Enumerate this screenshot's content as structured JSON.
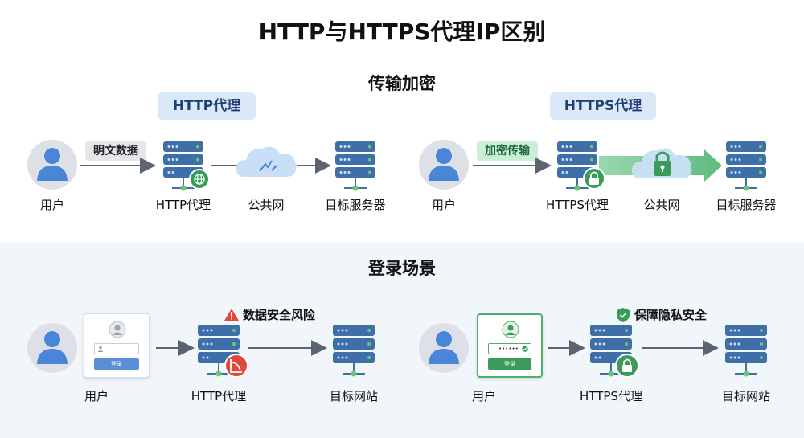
{
  "title": "HTTP与HTTPS代理IP区别",
  "sections": {
    "encryption": "传输加密",
    "login": "登录场景"
  },
  "encryption": {
    "http": {
      "pill": "HTTP代理",
      "tag": "明文数据",
      "user": "用户",
      "proxy": "HTTP代理",
      "network": "公共网",
      "target": "目标服务器"
    },
    "https": {
      "pill": "HTTPS代理",
      "tag": "加密传输",
      "user": "用户",
      "proxy": "HTTPS代理",
      "network": "公共网",
      "target": "目标服务器"
    }
  },
  "login": {
    "http": {
      "warning": "数据安全风险",
      "user": "用户",
      "login_button": "登录",
      "proxy": "HTTP代理",
      "target": "目标网站"
    },
    "https": {
      "safe": "保障隐私安全",
      "user": "用户",
      "password_mask": "••••••",
      "login_button": "登录",
      "proxy": "HTTPS代理",
      "target": "目标网站"
    }
  },
  "colors": {
    "server_blue": "#3f6fa8",
    "server_light": "#5a88c4",
    "led_green": "#6cc76c",
    "user_bg": "#dde1e7",
    "user_blue": "#4a86d8",
    "lock_green": "#3a9b5a",
    "warn_red": "#e0483d",
    "arrow_gray": "#5b6470",
    "tunnel_green": "#5cbf7c",
    "cloud_blue": "#c9dff6",
    "globe_green": "#2f9e57"
  },
  "icons": [
    "user-icon",
    "server-icon",
    "cloud-icon",
    "globe-icon",
    "lock-icon",
    "warning-icon",
    "shield-check-icon",
    "broken-lock-icon"
  ]
}
